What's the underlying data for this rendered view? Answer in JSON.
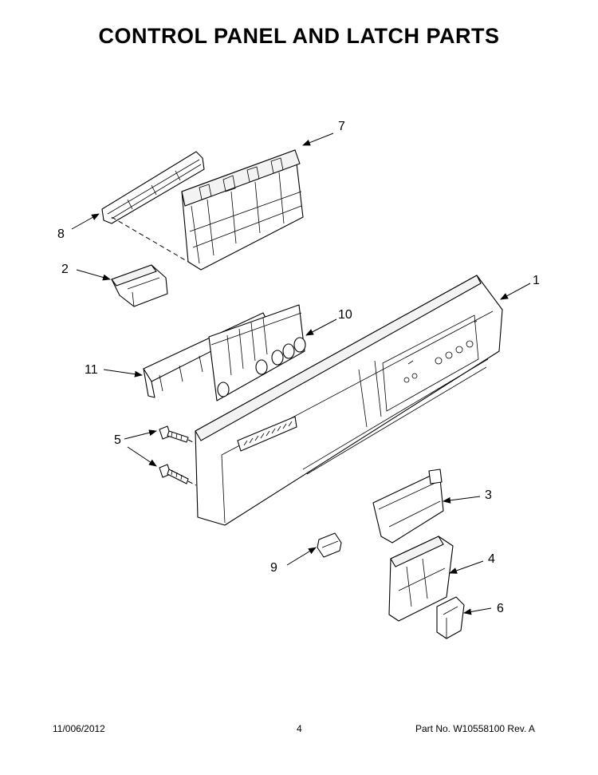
{
  "title": "CONTROL PANEL AND LATCH PARTS",
  "callouts": [
    "1",
    "2",
    "3",
    "4",
    "5",
    "6",
    "7",
    "8",
    "9",
    "10",
    "11"
  ],
  "footer": {
    "date": "11/006/2012",
    "page": "4",
    "part_no": "Part No.  W10558100  Rev.  A"
  }
}
